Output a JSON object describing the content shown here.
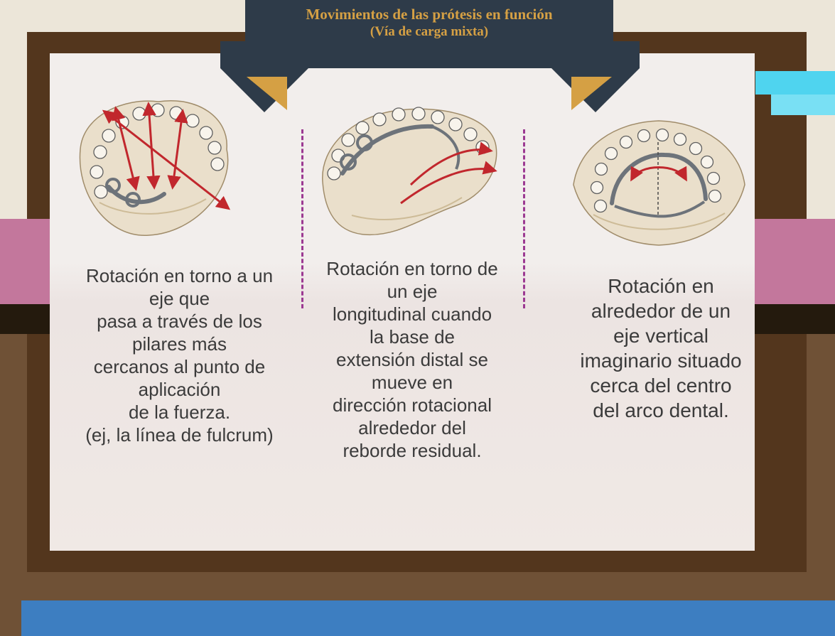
{
  "colors": {
    "cream": "#ece6d9",
    "pink_band": "#c3779c",
    "dark_soil": "#241a0d",
    "ground_brown": "#6f5136",
    "frame_brown": "#53361d",
    "blue_bar": "#3d7ec1",
    "cyan_ribbon_top": "#4fd4ef",
    "cyan_ribbon_bottom": "#79e0f4",
    "banner_navy": "#2e3b49",
    "banner_gold": "#d5a044",
    "caption_text": "#3b3b3b",
    "separator_purple": "#9c3a92",
    "arrow_red": "#c1272d"
  },
  "banner": {
    "title_line1": "Movimientos de las prótesis en función",
    "title_line2": "(Vía de carga mixta)"
  },
  "columns": [
    {
      "figure_name": "lower-cast-fulcrum-line-rotation",
      "caption": "Rotación en torno a un\neje que\npasa a través de los\npilares más\ncercanos al punto de\naplicación\nde la fuerza.\n(ej, la línea de fulcrum)"
    },
    {
      "figure_name": "tilted-cast-longitudinal-axis-rotation",
      "caption": "Rotación en torno de\nun eje\nlongitudinal cuando\nla base de\nextensión distal se\nmueve en\ndirección rotacional\nalrededor del\nreborde residual."
    },
    {
      "figure_name": "occlusal-view-vertical-axis-rotation",
      "caption": "Rotación en\nalrededor de un\neje vertical\nimaginario situado\ncerca del centro\ndel arco dental."
    }
  ]
}
